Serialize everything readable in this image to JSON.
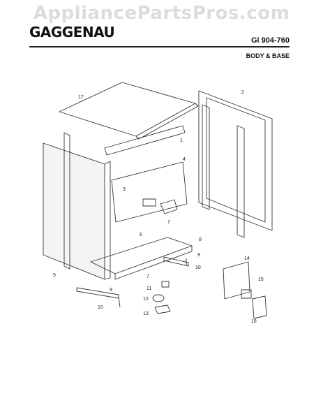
{
  "watermark": "AppliancePartsPros.com",
  "header": {
    "brand": "GAGGENAU",
    "model": "Gi 904-760",
    "section": "BODY & BASE"
  },
  "callouts": [
    "17",
    "2",
    "1",
    "4",
    "3",
    "6",
    "7",
    "8",
    "9",
    "5",
    "10",
    "11",
    "7",
    "9",
    "10",
    "12",
    "13",
    "14",
    "15",
    "16"
  ]
}
